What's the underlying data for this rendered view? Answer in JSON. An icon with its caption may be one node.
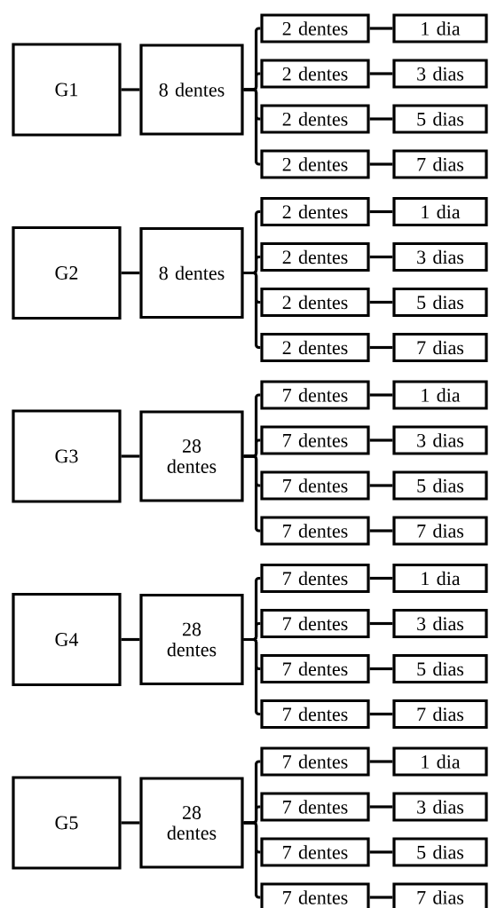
{
  "diagram": {
    "nodes": [
      {
        "text": [
          "G1"
        ]
      },
      {
        "text": [
          "8 dentes"
        ]
      },
      {
        "text": [
          "2 dentes"
        ]
      },
      {
        "text": [
          "1 dia"
        ]
      },
      {
        "text": [
          "2 dentes"
        ]
      },
      {
        "text": [
          "3 dias"
        ]
      },
      {
        "text": [
          "2 dentes"
        ]
      },
      {
        "text": [
          "5 dias"
        ]
      },
      {
        "text": [
          "2 dentes"
        ]
      },
      {
        "text": [
          "7 dias"
        ]
      },
      {
        "text": [
          "G2"
        ]
      },
      {
        "text": [
          "8 dentes"
        ]
      },
      {
        "text": [
          "2 dentes"
        ]
      },
      {
        "text": [
          "1 dia"
        ]
      },
      {
        "text": [
          "2 dentes"
        ]
      },
      {
        "text": [
          "3 dias"
        ]
      },
      {
        "text": [
          "2 dentes"
        ]
      },
      {
        "text": [
          "5 dias"
        ]
      },
      {
        "text": [
          "2 dentes"
        ]
      },
      {
        "text": [
          "7 dias"
        ]
      },
      {
        "text": [
          "G3"
        ]
      },
      {
        "text": [
          "28 dentes"
        ]
      },
      {
        "text": [
          "7 dentes"
        ]
      },
      {
        "text": [
          "1 dia"
        ]
      },
      {
        "text": [
          "7 dentes"
        ]
      },
      {
        "text": [
          "3 dias"
        ]
      },
      {
        "text": [
          "7 dentes"
        ]
      },
      {
        "text": [
          "5 dias"
        ]
      },
      {
        "text": [
          "7 dentes"
        ]
      },
      {
        "text": [
          "7 dias"
        ]
      },
      {
        "text": [
          "G4"
        ]
      },
      {
        "text": [
          "28 dentes"
        ]
      },
      {
        "text": [
          "7 dentes"
        ]
      },
      {
        "text": [
          "1 dia"
        ]
      },
      {
        "text": [
          "7 dentes"
        ]
      },
      {
        "text": [
          "3 dias"
        ]
      },
      {
        "text": [
          "7 dentes"
        ]
      },
      {
        "text": [
          "5 dias"
        ]
      },
      {
        "text": [
          "7 dentes"
        ]
      },
      {
        "text": [
          "7 dias"
        ]
      },
      {
        "text": [
          "G5"
        ]
      },
      {
        "text": [
          "28 dentes"
        ]
      },
      {
        "text": [
          "7 dentes"
        ]
      },
      {
        "text": [
          "1 dia"
        ]
      },
      {
        "text": [
          "7 dentes"
        ]
      },
      {
        "text": [
          "3 dias"
        ]
      },
      {
        "text": [
          "7 dentes"
        ]
      },
      {
        "text": [
          "5 dias"
        ]
      },
      {
        "text": [
          "7 dentes"
        ]
      },
      {
        "text": [
          "7 dias"
        ]
      }
    ],
    "edges": [
      {
        "from": 0,
        "to": 1,
        "arrow": "none"
      },
      {
        "from": 1,
        "to": 2,
        "arrow": "none"
      },
      {
        "from": 1,
        "to": 4,
        "arrow": "none"
      },
      {
        "from": 1,
        "to": 6,
        "arrow": "none"
      },
      {
        "from": 1,
        "to": 8,
        "arrow": "none"
      },
      {
        "from": 2,
        "to": 3,
        "arrow": "none"
      },
      {
        "from": 4,
        "to": 5,
        "arrow": "none"
      },
      {
        "from": 6,
        "to": 7,
        "arrow": "none"
      },
      {
        "from": 8,
        "to": 9,
        "arrow": "none"
      },
      {
        "from": 10,
        "to": 11,
        "arrow": "none"
      },
      {
        "from": 11,
        "to": 12,
        "arrow": "none"
      },
      {
        "from": 11,
        "to": 14,
        "arrow": "none"
      },
      {
        "from": 11,
        "to": 16,
        "arrow": "none"
      },
      {
        "from": 11,
        "to": 18,
        "arrow": "none"
      },
      {
        "from": 12,
        "to": 13,
        "arrow": "none"
      },
      {
        "from": 14,
        "to": 15,
        "arrow": "none"
      },
      {
        "from": 16,
        "to": 17,
        "arrow": "none"
      },
      {
        "from": 18,
        "to": 19,
        "arrow": "none"
      },
      {
        "from": 20,
        "to": 21,
        "arrow": "none"
      },
      {
        "from": 21,
        "to": 22,
        "arrow": "none"
      },
      {
        "from": 21,
        "to": 24,
        "arrow": "none"
      },
      {
        "from": 21,
        "to": 26,
        "arrow": "none"
      },
      {
        "from": 21,
        "to": 28,
        "arrow": "none"
      },
      {
        "from": 22,
        "to": 23,
        "arrow": "none"
      },
      {
        "from": 24,
        "to": 25,
        "arrow": "none"
      },
      {
        "from": 26,
        "to": 27,
        "arrow": "none"
      },
      {
        "from": 28,
        "to": 29,
        "arrow": "none"
      },
      {
        "from": 30,
        "to": 31,
        "arrow": "none"
      },
      {
        "from": 31,
        "to": 32,
        "arrow": "none"
      },
      {
        "from": 31,
        "to": 34,
        "arrow": "none"
      },
      {
        "from": 31,
        "to": 36,
        "arrow": "none"
      },
      {
        "from": 31,
        "to": 38,
        "arrow": "none"
      },
      {
        "from": 32,
        "to": 33,
        "arrow": "none"
      },
      {
        "from": 34,
        "to": 35,
        "arrow": "none"
      },
      {
        "from": 36,
        "to": 37,
        "arrow": "none"
      },
      {
        "from": 38,
        "to": 39,
        "arrow": "none"
      },
      {
        "from": 40,
        "to": 41,
        "arrow": "none"
      },
      {
        "from": 41,
        "to": 42,
        "arrow": "none"
      },
      {
        "from": 41,
        "to": 44,
        "arrow": "none"
      },
      {
        "from": 41,
        "to": 46,
        "arrow": "none"
      },
      {
        "from": 41,
        "to": 48,
        "arrow": "none"
      },
      {
        "from": 42,
        "to": 43,
        "arrow": "none"
      },
      {
        "from": 44,
        "to": 45,
        "arrow": "none"
      },
      {
        "from": 46,
        "to": 47,
        "arrow": "none"
      },
      {
        "from": 48,
        "to": 49,
        "arrow": "none"
      }
    ]
  }
}
